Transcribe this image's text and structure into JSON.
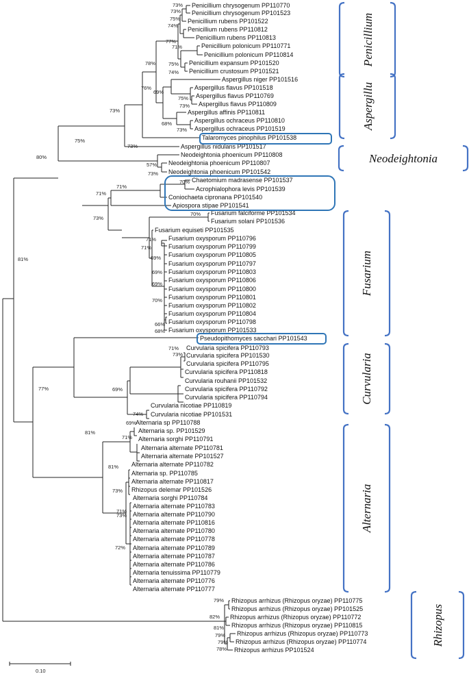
{
  "taxa": [
    "Penicillium chrysogenum PP110770",
    "Penicillium chrysogenum PP101523",
    "Penicillium rubens PP101522",
    "Penicillium rubens PP110812",
    "Penicillium rubens PP110813",
    "Penicillium polonicum PP110771",
    "Penicillium polonicum PP110814",
    "Penicillium expansum PP101520",
    "Penicillium crustosum PP101521",
    "Aspergillus niger PP101516",
    "Aspergillus flavus PP101518",
    "Aspergillus flavus PP110769",
    "Aspergillus flavus PP110809",
    "Aspergillus affinis PP110811",
    "Aspergillus ochraceus PP110810",
    "Aspergillus ochraceus PP101519",
    "Talaromyces pinophilus PP101538",
    "Aspergillus nidulans PP101517",
    "Neodeightonia phoenicum PP110808",
    "Neodeightonia phoenicum PP110807",
    "Neodeightonia phoenicum PP101542",
    "Chaetomium madrasense PP101537",
    "Acrophialophora levis PP101539",
    "Coniochaeta cipronana PP101540",
    "Apiospora stipae PP101541",
    "Fusarium falciforme PP101534",
    "Fusarium solani PP101536",
    "Fusarium equiseti PP101535",
    "Fusarium oxysporum PP110796",
    "Fusarium oxysporum PP110799",
    "Fusarium oxysporum PP110805",
    "Fusarium oxysporum PP110797",
    "Fusarium oxysporum PP110803",
    "Fusarium oxysporum PP110806",
    "Fusarium oxysporum PP110800",
    "Fusarium oxysporum PP110801",
    "Fusarium oxysporum PP110802",
    "Fusarium oxysporum PP110804",
    "Fusarium oxysporum PP110798",
    "Fusarium oxysporum PP101533",
    "Pseudopithomyces sacchari PP101543",
    "Curvularia spicifera PP110793",
    "Curvularia spicifera PP101530",
    "Curvularia spicifera PP110795",
    "Curvularia spicifera PP110818",
    "Curvularia rouhanii PP101532",
    "Curvularia spicifera PP110792",
    "Curvularia spicifera PP110794",
    "Curvularia nicotiae PP110819",
    "Curvularia nicotiae PP101531",
    "Alternaria sp PP110788",
    "Alternaria sp. PP101529",
    "Alternaria sorghi PP110791",
    "Alternaria alternate PP110781",
    "Alternaria alternate PP101527",
    "Alternaria alternate PP110782",
    "Alternaria sp. PP110785",
    "Alternaria alternate PP110817",
    "Rhizopus delemar PP101526",
    "Alternaria sorghi PP110784",
    "Alternaria alternate PP110783",
    "Alternaria alternate PP110790",
    "Alternaria alternate PP110816",
    "Alternaria alternate PP110780",
    "Alternaria alternate PP110778",
    "Alternaria alternate PP110789",
    "Alternaria alternate PP110787",
    "Alternaria alternate PP110786",
    "Alternaria tenuissima PP110779",
    "Alternaria alternate PP110776",
    "Alternaria alternate PP110777",
    "Rhizopus arrhizus (Rhizopus oryzae) PP110775",
    "Rhizopus arrhizus (Rhizopus oryzae) PP101525",
    "Rhizopus arrhizus (Rhizopus oryzae) PP110772",
    "Rhizopus arrhizus (Rhizopus oryzae) PP110815",
    "Rhizopus arrhizus (Rhizopus oryzae) PP110773",
    "Rhizopus arrhizus (Rhizopus oryzae) PP110774",
    "Rhizopus arrhizus PP101524"
  ],
  "bootstrap": [
    "73%",
    "73%",
    "75%",
    "74%",
    "77%",
    "71%",
    "75%",
    "74%",
    "78%",
    "76%",
    "69%",
    "75%",
    "73%",
    "73%",
    "68%",
    "73%",
    "73%",
    "75%",
    "57%",
    "73%",
    "80%",
    "70%",
    "71%",
    "71%",
    "73%",
    "70%",
    "71%",
    "71%",
    "69%",
    "69%",
    "69%",
    "70%",
    "66%",
    "68%",
    "81%",
    "71%",
    "73%",
    "77%",
    "69%",
    "74%",
    "81%",
    "69%",
    "71%",
    "81%",
    "73%",
    "71%",
    "73%",
    "72%",
    "79%",
    "82%",
    "81%",
    "79%",
    "79%",
    "78%"
  ],
  "genera": {
    "penicillium": "Penicillium",
    "aspergillus": "Aspergillu",
    "neodeightonia": "Neodeightonia",
    "fusarium": "Fusarium",
    "curvularia": "Curvularia",
    "alternaria": "Alternaria",
    "rhizopus": "Rhizopus"
  },
  "scale_bar": "0.10"
}
